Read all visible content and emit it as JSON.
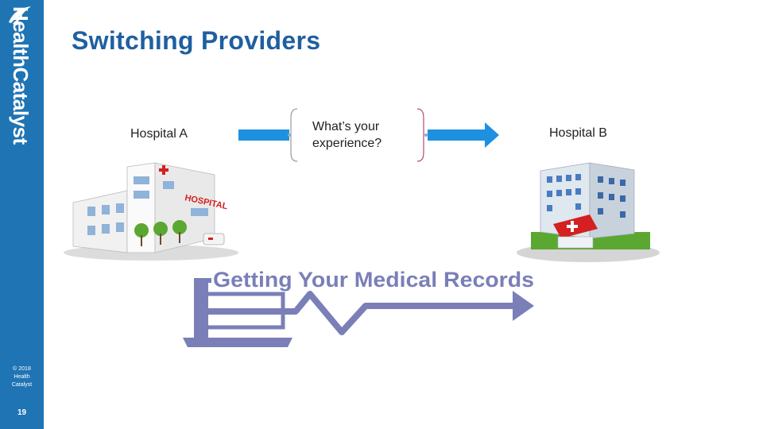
{
  "slide": {
    "title": "Switching Providers",
    "page_number": "19"
  },
  "sidebar": {
    "brand": "HealthCatalyst",
    "copyright_lines": [
      "© 2018",
      "Health",
      "Catalyst"
    ]
  },
  "diagram": {
    "source_label": "Hospital A",
    "question_lines": [
      "What’s your",
      "experience?"
    ],
    "target_label": "Hospital B",
    "banner_text": "Getting Your Medical Records",
    "hospital_sign": "HOSPITAL"
  },
  "colors": {
    "sidebar": "#1f74b4",
    "title": "#1f5fa0",
    "arrow": "#1e90e0",
    "banner": "#7a7fb8"
  }
}
